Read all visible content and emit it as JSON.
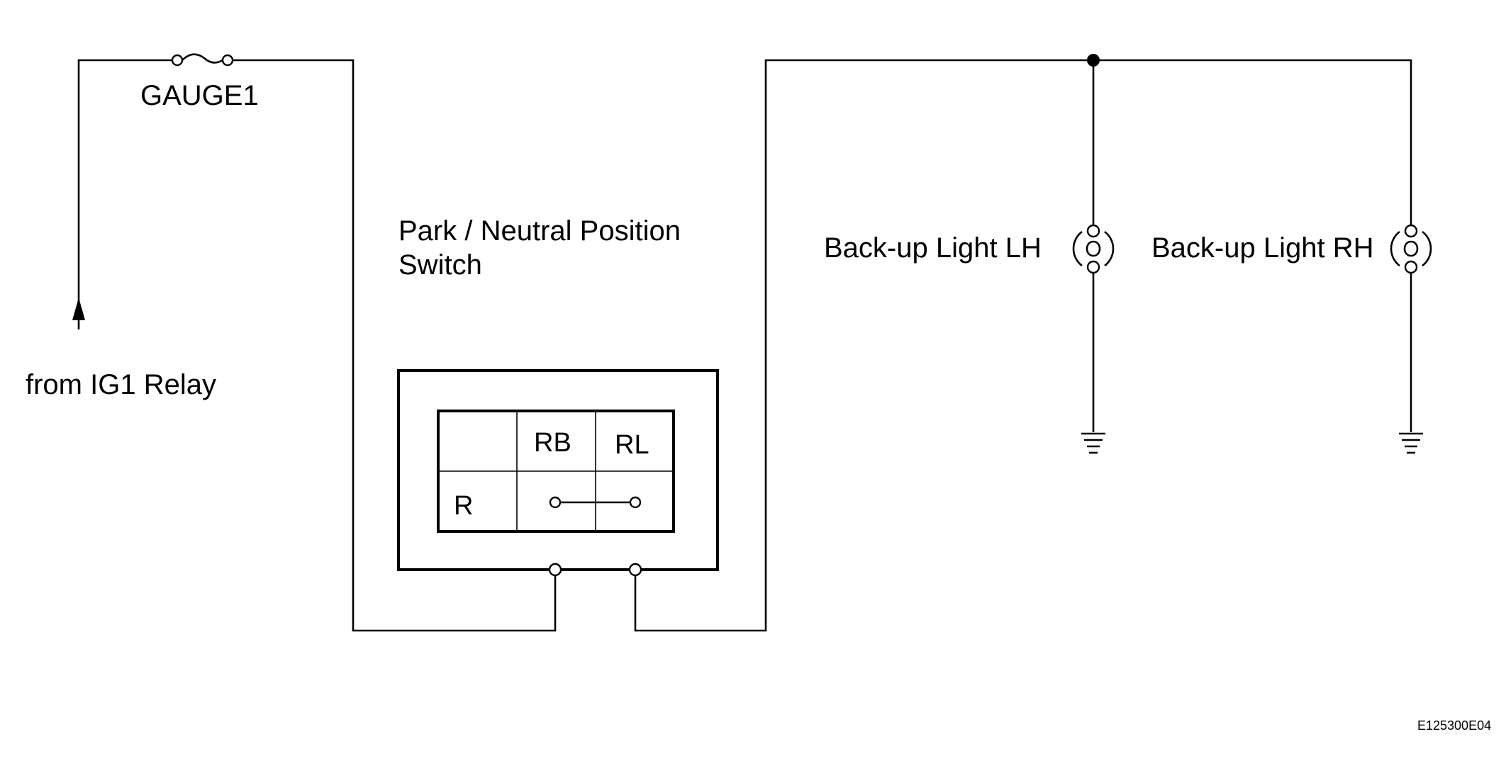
{
  "fuse": {
    "label": "GAUGE1"
  },
  "source": {
    "label": "from IG1 Relay"
  },
  "switch": {
    "title_line1": "Park / Neutral Position",
    "title_line2": "Switch",
    "columns": [
      "RB",
      "RL"
    ],
    "row_label": "R"
  },
  "lights": [
    {
      "label": "Back-up Light LH"
    },
    {
      "label": "Back-up Light RH"
    }
  ],
  "figure_id": "E125300E04",
  "colors": {
    "line": "#000000",
    "background": "#ffffff"
  }
}
